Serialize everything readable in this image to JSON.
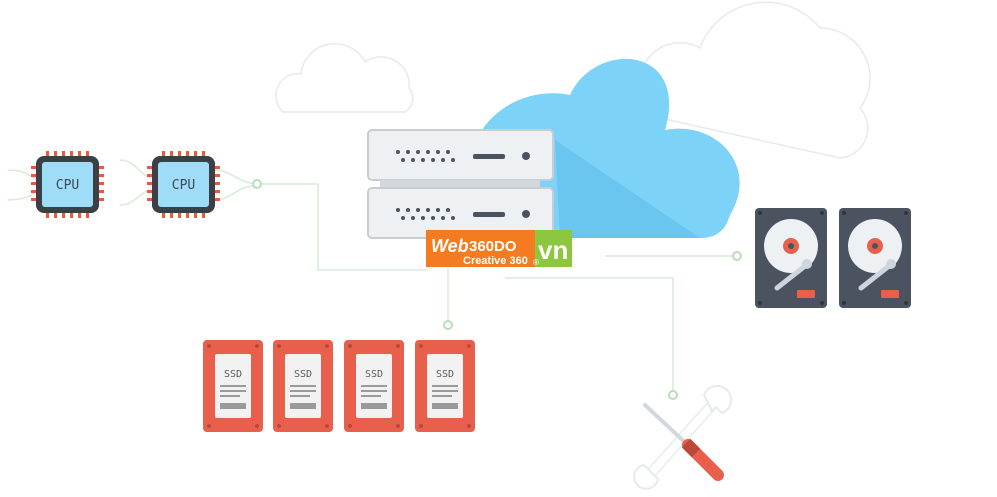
{
  "cpus": [
    {
      "label": "CPU"
    },
    {
      "label": "CPU"
    }
  ],
  "ssds": [
    {
      "label": "SSD"
    },
    {
      "label": "SSD"
    },
    {
      "label": "SSD"
    },
    {
      "label": "SSD"
    }
  ],
  "hard_drives": [
    {
      "id": "hdd-1"
    },
    {
      "id": "hdd-2"
    }
  ],
  "logo": {
    "brand_web": "Web",
    "brand_num": "360DO",
    "tagline": "Creative 360",
    "tld": "vn",
    "registered": "®"
  },
  "colors": {
    "cloud": "#7dd3f7",
    "cloud_shadow": "#5bbde8",
    "server": "#eef1f4",
    "server_edge": "#c8cdd3",
    "cpu_fill": "#9fdcf8",
    "cpu_frame": "#3b3f46",
    "cpu_pin": "#e85a3c",
    "ssd": "#e8604c",
    "hdd_case": "#4b5361",
    "hdd_platter": "#eef1f4",
    "hdd_accent": "#e8604c",
    "logo_orange": "#f47b20",
    "logo_green": "#8dc63f",
    "wire": "#cfe8cf"
  }
}
